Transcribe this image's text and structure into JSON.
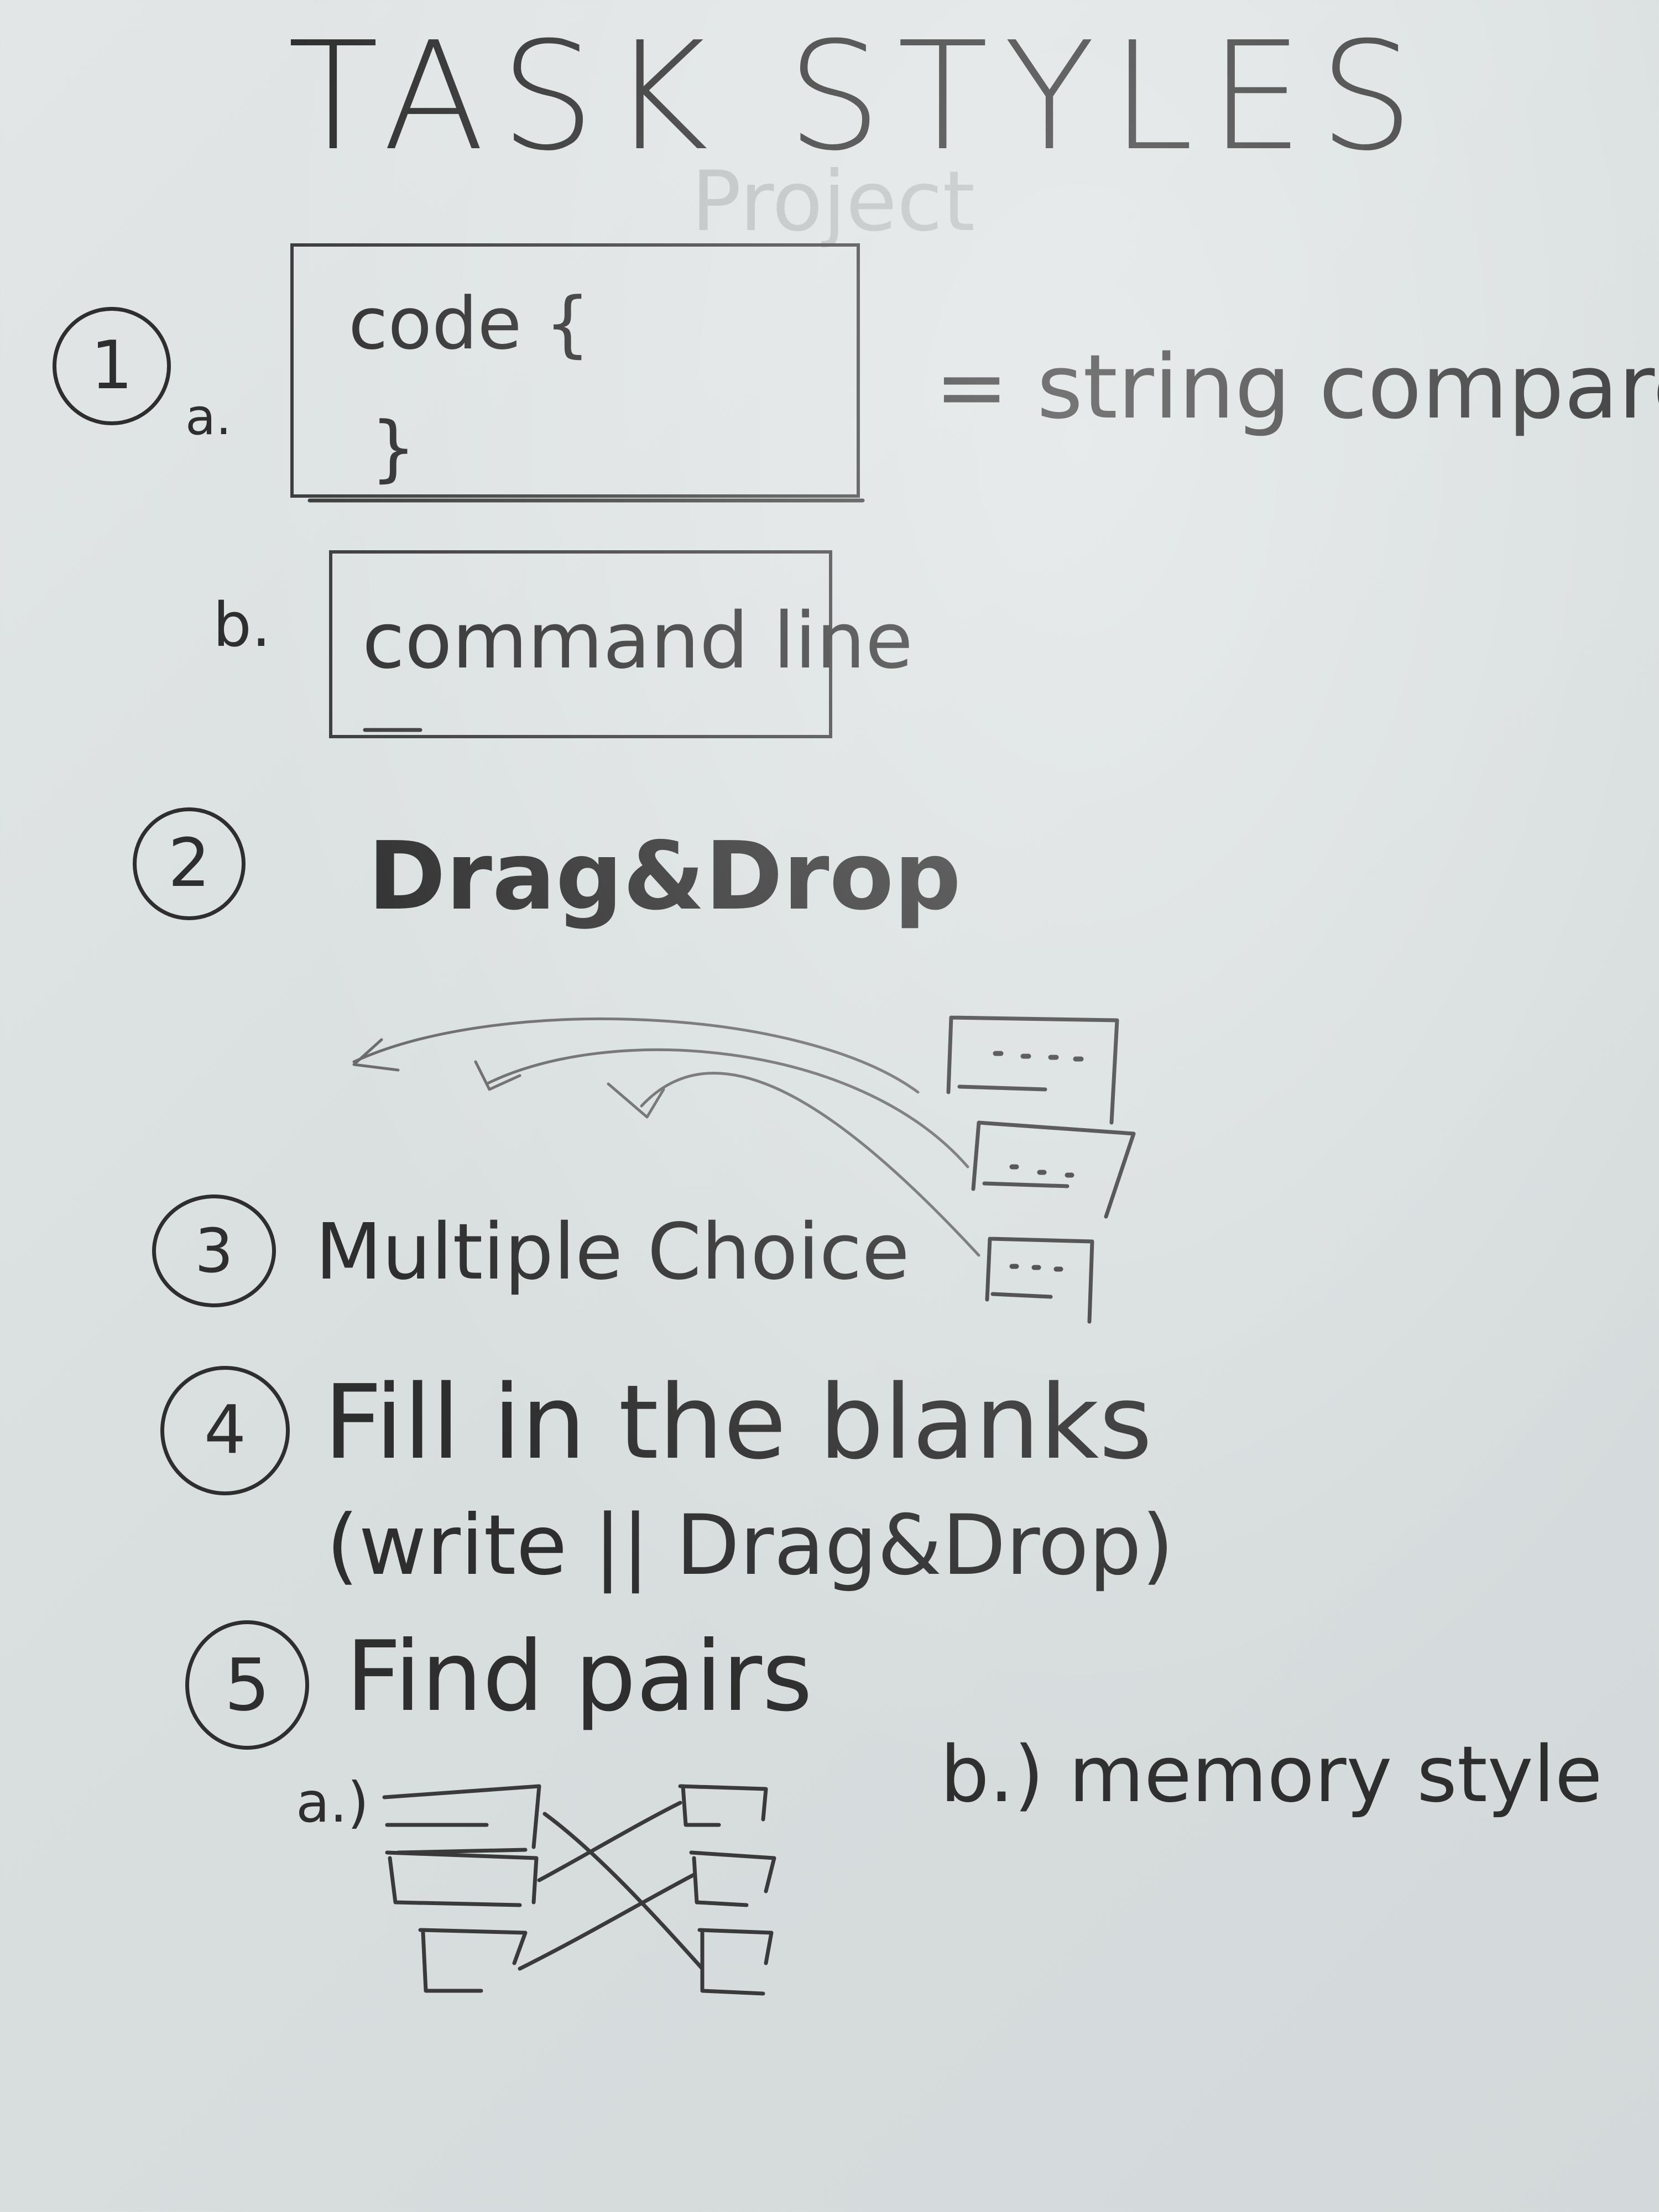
{
  "title": "TASK STYLES",
  "ghost_text": "Project",
  "section1": {
    "number": "1",
    "a_label": "a.",
    "code_open": "code {",
    "code_close": "}",
    "equals_text": "= string compare",
    "b_label": "b.",
    "command_text": "command line"
  },
  "section2": {
    "number": "2",
    "text": "Drag&Drop"
  },
  "section3": {
    "number": "3",
    "text": "Multiple Choice"
  },
  "section4": {
    "number": "4",
    "text": "Fill in the blanks",
    "subtext": "(write || Drag&Drop)"
  },
  "section5": {
    "number": "5",
    "text": "Find pairs",
    "a_label": "a.)",
    "b_text": "b.) memory style"
  },
  "ink_color": "#2e2e2e"
}
